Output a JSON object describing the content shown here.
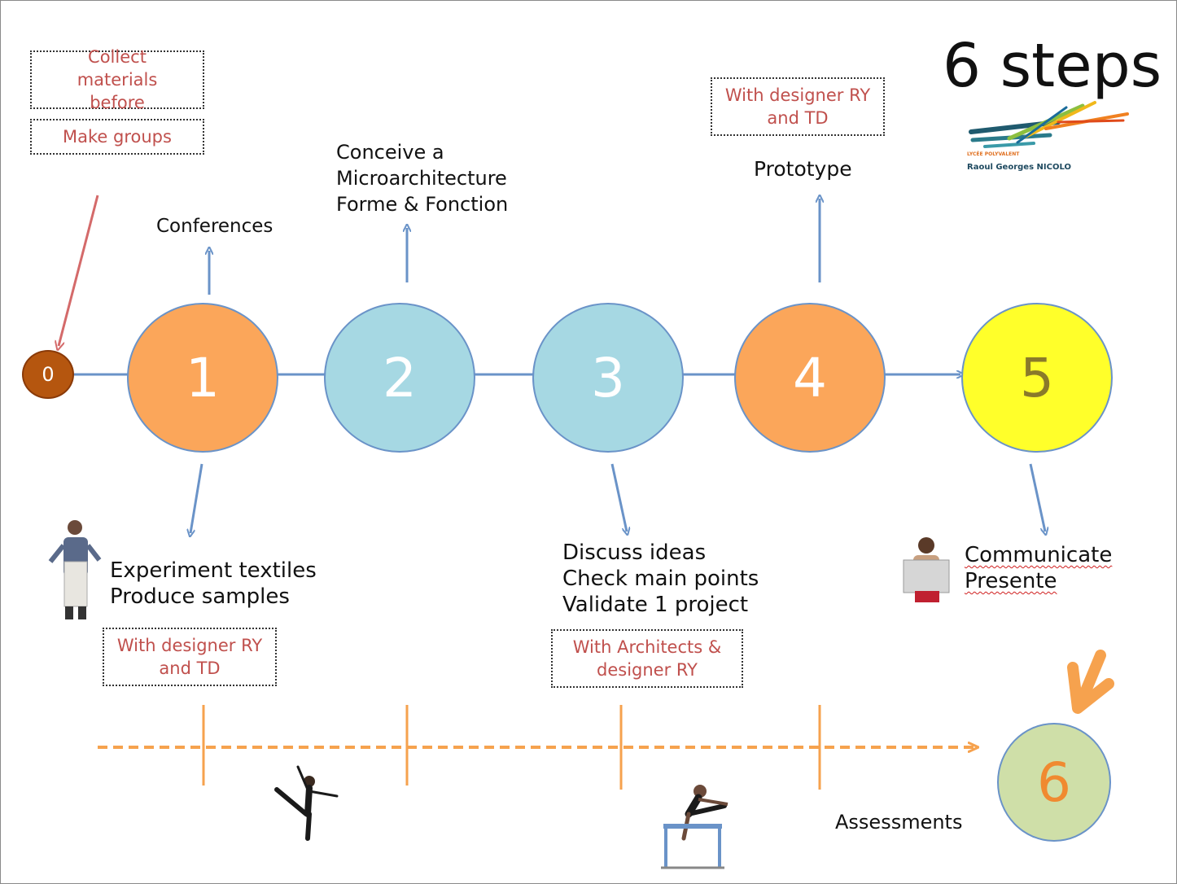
{
  "title": "6 steps",
  "logo": {
    "line1": "LYCÉE POLYVALENT",
    "line2": "Raoul Georges NICOLO"
  },
  "notes": {
    "collect": "Collect materials before",
    "groups": "Make groups",
    "proto_with": "With designer RY and TD",
    "exp_with": "With designer RY and TD",
    "discuss_with": "With  Architects & designer RY"
  },
  "steps": [
    {
      "num": "0",
      "color": "#b5560f"
    },
    {
      "num": "1",
      "color": "#fba65a"
    },
    {
      "num": "2",
      "color": "#a6d8e3"
    },
    {
      "num": "3",
      "color": "#a6d8e3"
    },
    {
      "num": "4",
      "color": "#fba65a"
    },
    {
      "num": "5",
      "color": "#ffff2a"
    },
    {
      "num": "6",
      "color": "#cfdfa8"
    }
  ],
  "labels": {
    "conferences": "Conferences",
    "conceive": [
      "Conceive a",
      "Microarchitecture",
      "Forme & Fonction"
    ],
    "prototype": "Prototype",
    "experiment": [
      "Experiment textiles",
      "Produce samples"
    ],
    "discuss": [
      "Discuss ideas",
      "Check main points",
      "Validate 1 project"
    ],
    "communicate": [
      "Communicate",
      "Presente"
    ],
    "assessments": "Assessments"
  },
  "colors": {
    "line": "#6a93c8",
    "orange": "#f6a24e",
    "red_arrow": "#d46a6a",
    "note_text": "#c0504d"
  }
}
